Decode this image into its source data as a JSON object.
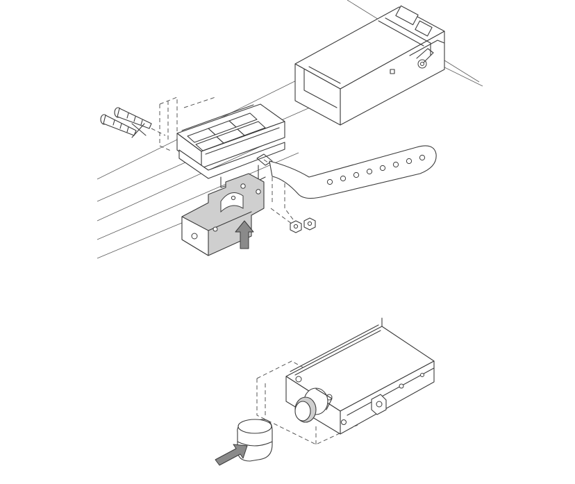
{
  "diagram": {
    "panels": [
      {
        "name": "top-assembly",
        "parts": [
          "tube-channel",
          "mounting-bracket",
          "slotted-strap",
          "bolts",
          "nuts",
          "lower-plate",
          "arrow-up"
        ]
      },
      {
        "name": "bottom-assembly",
        "parts": [
          "end-housing",
          "cap",
          "arrow-right"
        ]
      }
    ],
    "colors": {
      "line": "#3a3a3a",
      "shade": "#cfcfcf",
      "arrow": "#8a8a8a",
      "background": "#ffffff"
    }
  }
}
